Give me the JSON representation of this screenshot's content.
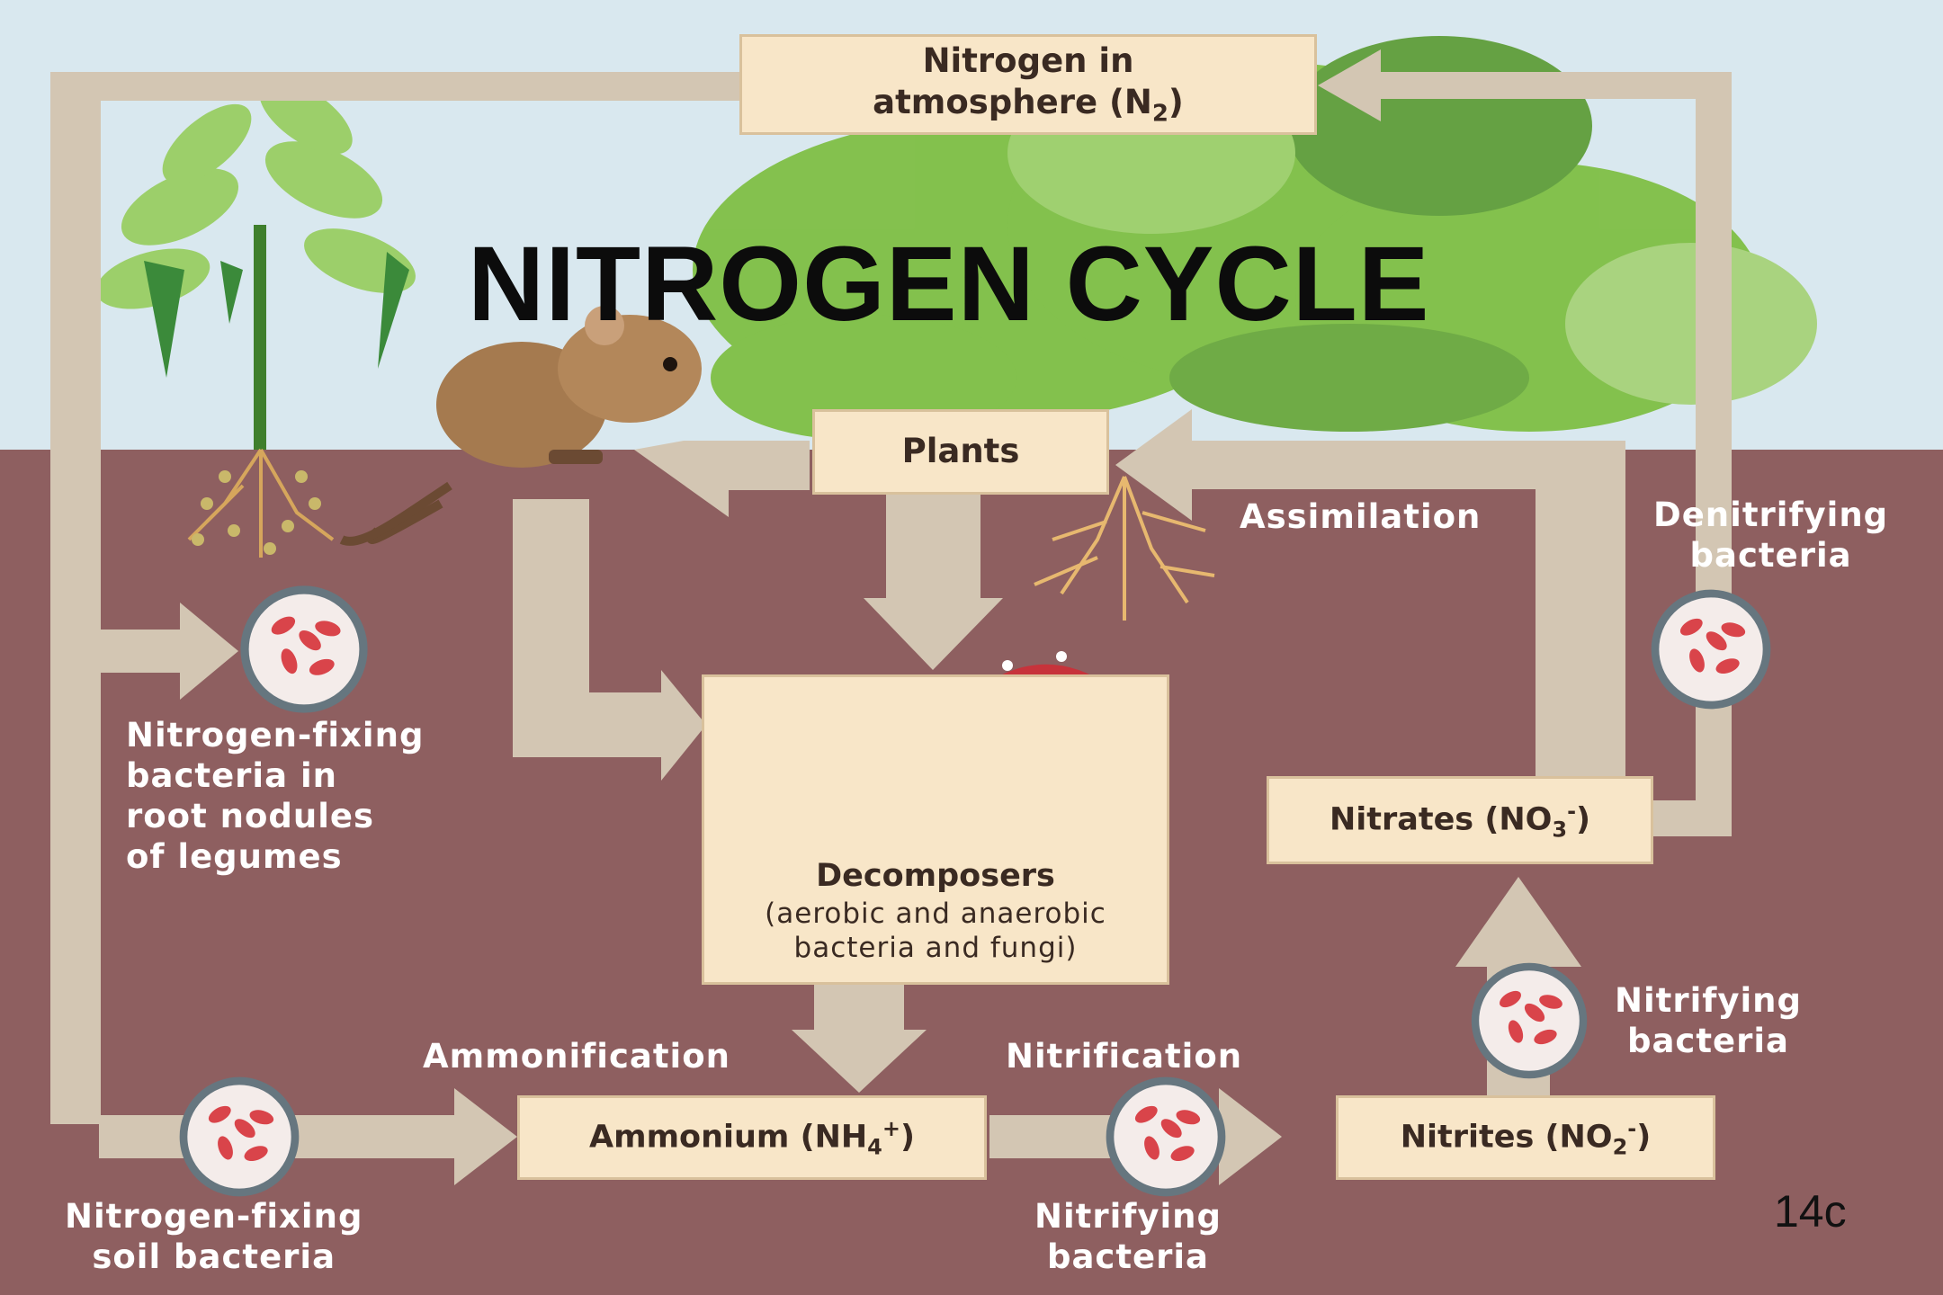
{
  "title": "NITROGEN CYCLE",
  "slide_number": "14c",
  "nodes": {
    "atmosphere": {
      "line1": "Nitrogen in",
      "line2": "atmosphere (N",
      "sub": "2",
      "close": ")"
    },
    "plants": "Plants",
    "decomposers": {
      "title": "Decomposers",
      "desc1": "(aerobic and anaerobic",
      "desc2": "bacteria and fungi)"
    },
    "ammonium": {
      "text": "Ammonium (NH",
      "sub": "4",
      "sup": "+",
      "close": ")"
    },
    "nitrites": {
      "text": "Nitrites (NO",
      "sub": "2",
      "sup": "-",
      "close": ")"
    },
    "nitrates": {
      "text": "Nitrates (NO",
      "sub": "3",
      "sup": "-",
      "close": ")"
    }
  },
  "labels": {
    "assimilation": "Assimilation",
    "denitrifying": [
      "Denitrifying",
      "bacteria"
    ],
    "fixing_legumes": [
      "Nitrogen-fixing",
      "bacteria in",
      "root nodules",
      "of legumes"
    ],
    "fixing_soil": [
      "Nitrogen-fixing",
      "soil bacteria"
    ],
    "ammonification": "Ammonification",
    "nitrification": "Nitrification",
    "nitrifying_bottom": [
      "Nitrifying",
      "bacteria"
    ],
    "nitrifying_right": [
      "Nitrifying",
      "bacteria"
    ]
  },
  "colors": {
    "sky": "#d9e8ef",
    "soil": "#8e5f60",
    "arrow": "#d3c6b3",
    "box_fill": "#f8e6c8",
    "bacteria": "#d9444a"
  }
}
